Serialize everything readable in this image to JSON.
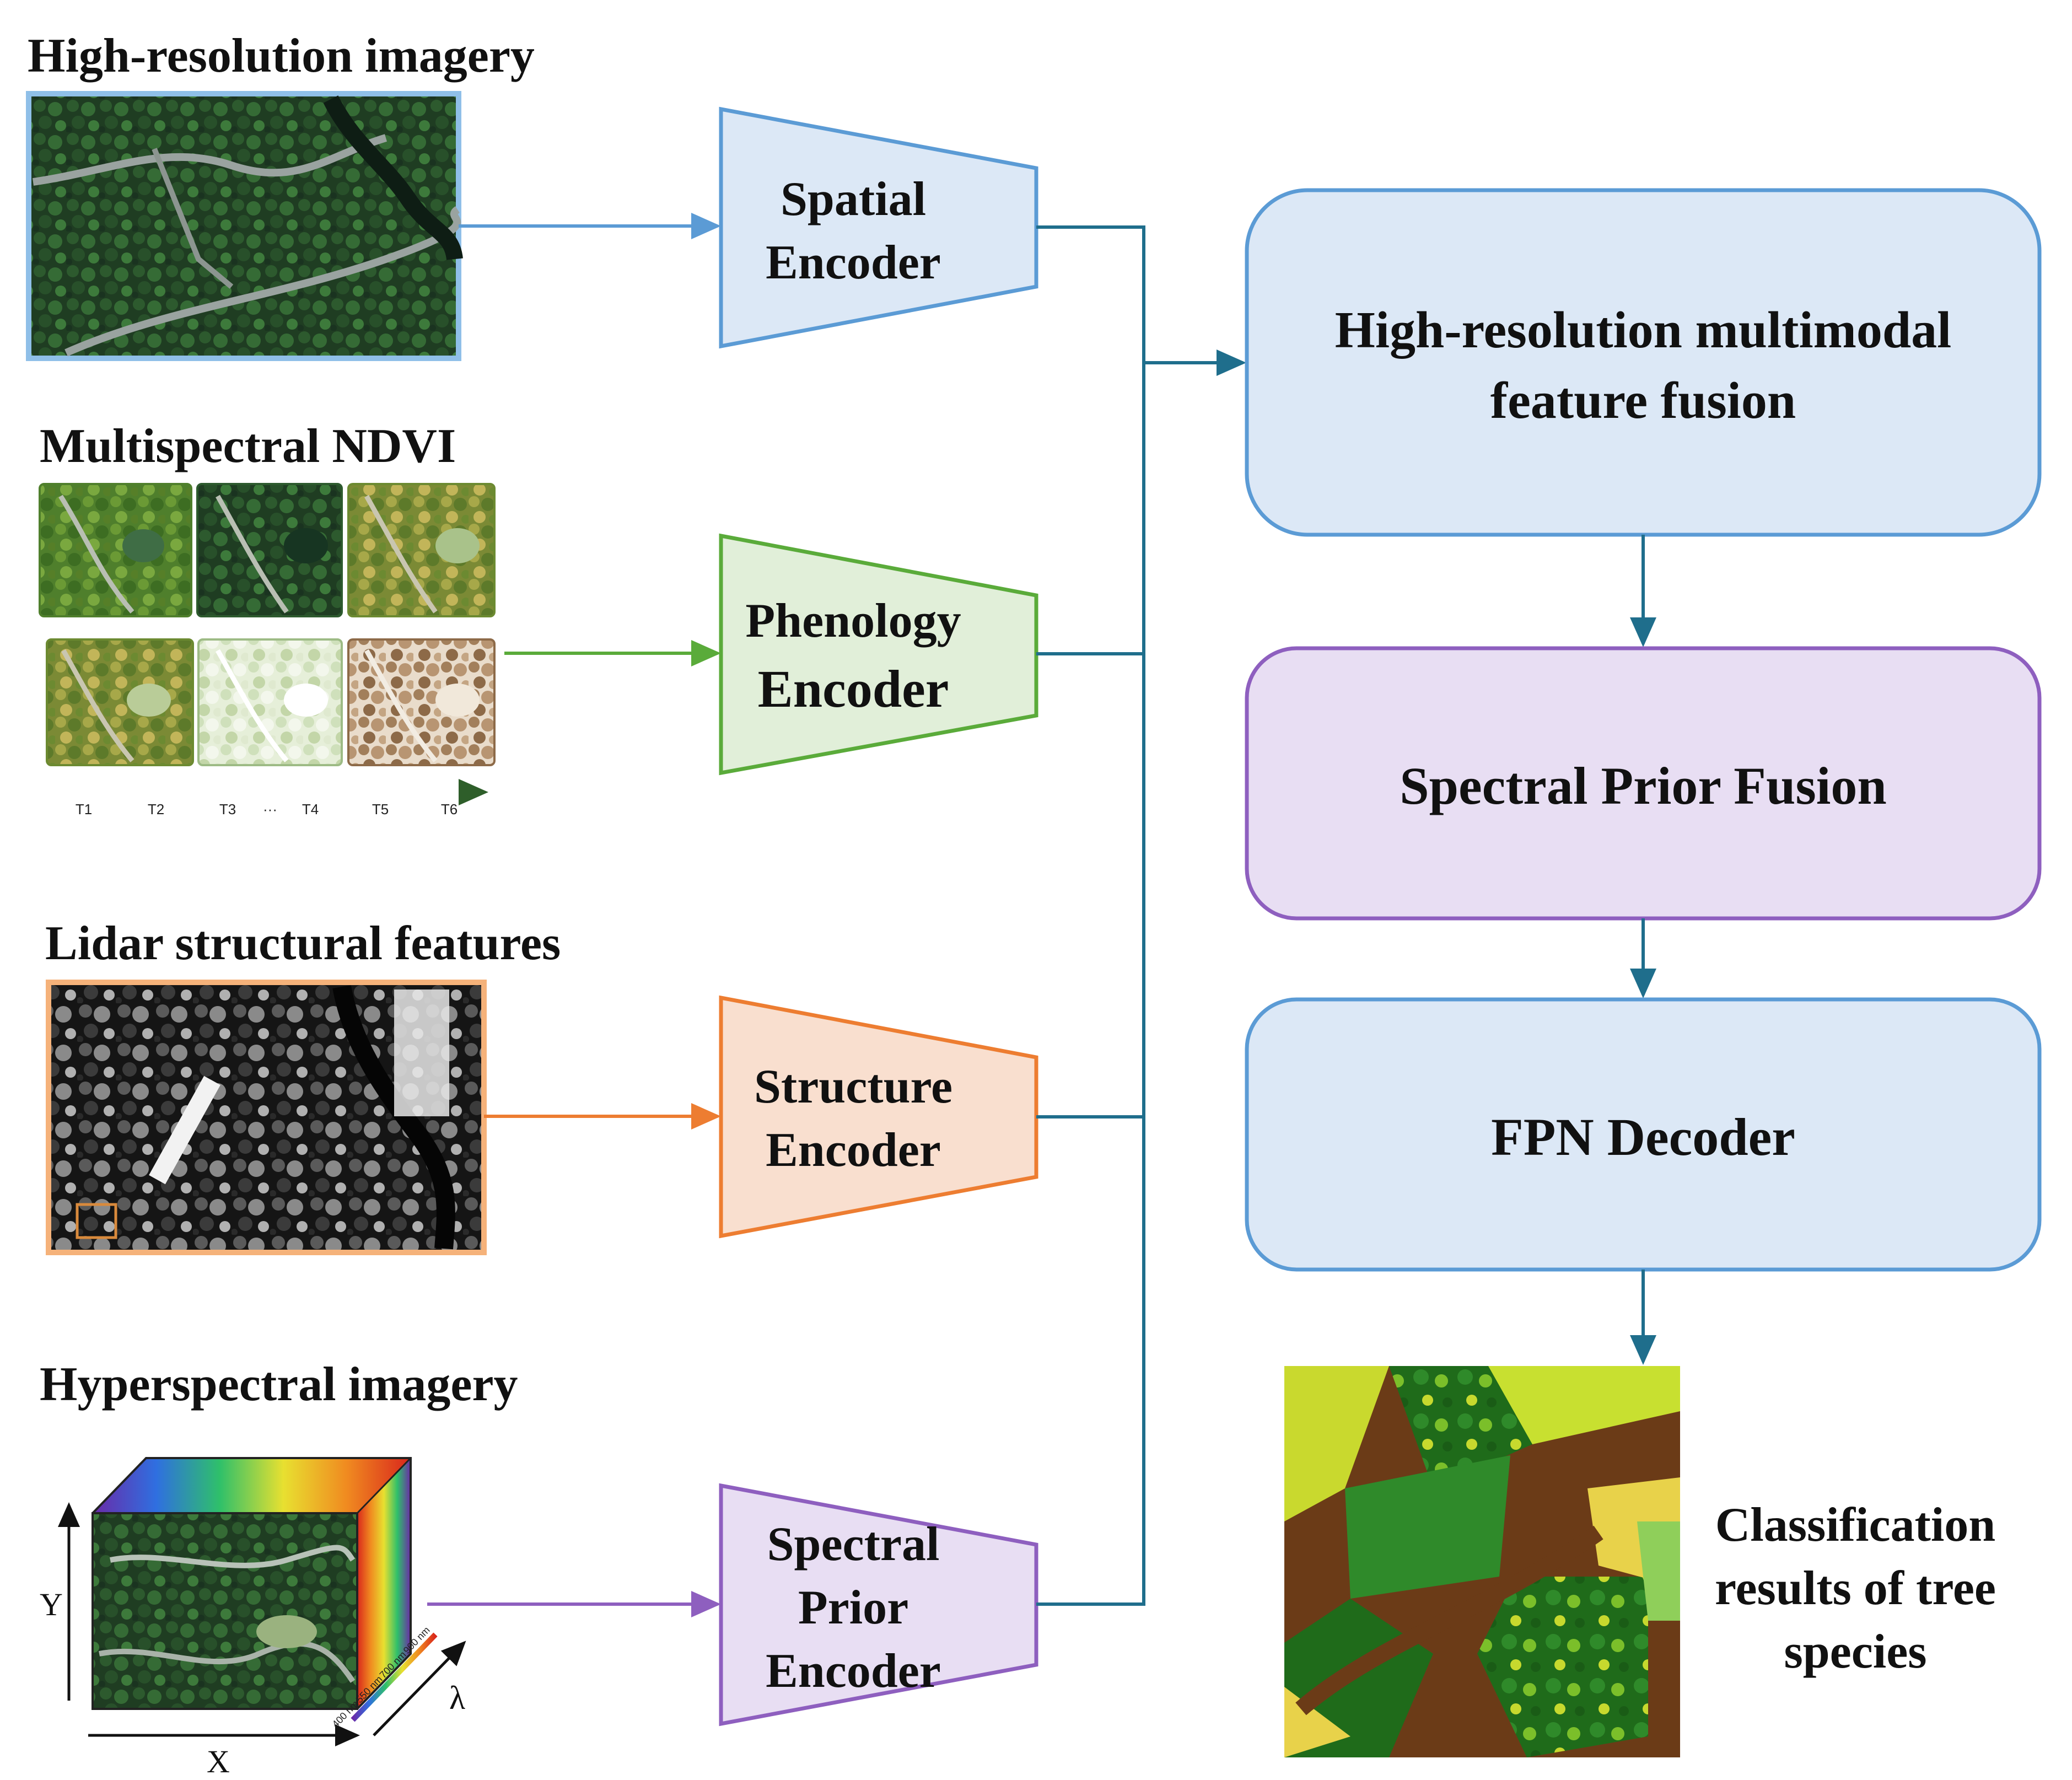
{
  "inputs": {
    "hr_title": "High-resolution imagery",
    "ndvi_title": "Multispectral NDVI",
    "time_labels": [
      "T1",
      "T2",
      "T3",
      "···",
      "T4",
      "T5",
      "T6"
    ],
    "lidar_title": "Lidar structural features",
    "hsi_title": "Hyperspectral imagery",
    "axis_y": "Y",
    "axis_x": "X",
    "axis_lambda": "λ",
    "wavelengths": [
      "400 nm",
      "550 nm",
      "700 nm",
      "900 nm"
    ]
  },
  "encoders": {
    "spatial": [
      "Spatial",
      "Encoder"
    ],
    "phenology": [
      "Phenology",
      "Encoder"
    ],
    "structure": [
      "Structure",
      "Encoder"
    ],
    "spectral": [
      "Spectral",
      "Prior",
      "Encoder"
    ]
  },
  "pipeline": {
    "fusion": [
      "High-resolution multimodal",
      "feature fusion"
    ],
    "spectral_fusion": "Spectral Prior Fusion",
    "decoder": "FPN Decoder"
  },
  "result": {
    "caption": [
      "Classification",
      "results of tree",
      "species"
    ]
  },
  "colors": {
    "blue": "#5b9bd5",
    "blue_fill": "#dce8f6",
    "green": "#5aab3a",
    "green_fill": "#e1efd9",
    "orange": "#ed7d31",
    "orange_fill": "#f9dfcf",
    "purple": "#8e5fbf",
    "purple_fill": "#e8def3",
    "connector": "#1f6e8c"
  }
}
